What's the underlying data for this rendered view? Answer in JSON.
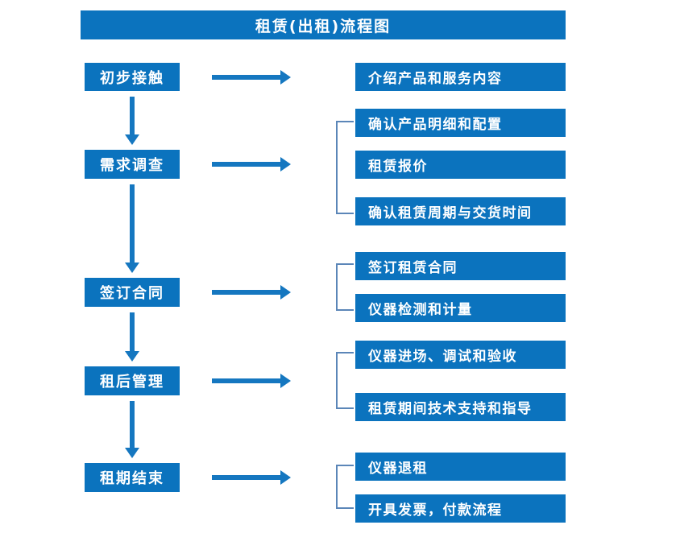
{
  "diagram": {
    "title": "租赁(出租)流程图",
    "theme": {
      "box_fill": "#0B73BE",
      "box_text": "#FFFFFF",
      "arrow": "#1577C0",
      "bracket": "#5B86B8",
      "background": "#FFFFFF"
    },
    "stages": [
      {
        "label": "初步接触"
      },
      {
        "label": "需求调查"
      },
      {
        "label": "签订合同"
      },
      {
        "label": "租后管理"
      },
      {
        "label": "租期结束"
      }
    ],
    "details": [
      {
        "label": "介绍产品和服务内容"
      },
      {
        "label": "确认产品明细和配置"
      },
      {
        "label": "租赁报价"
      },
      {
        "label": "确认租赁周期与交货时间"
      },
      {
        "label": "签订租赁合同"
      },
      {
        "label": "仪器检测和计量"
      },
      {
        "label": "仪器进场、调试和验收"
      },
      {
        "label": "租赁期间技术支持和指导"
      },
      {
        "label": "仪器退租"
      },
      {
        "label": "开具发票，付款流程"
      }
    ]
  }
}
